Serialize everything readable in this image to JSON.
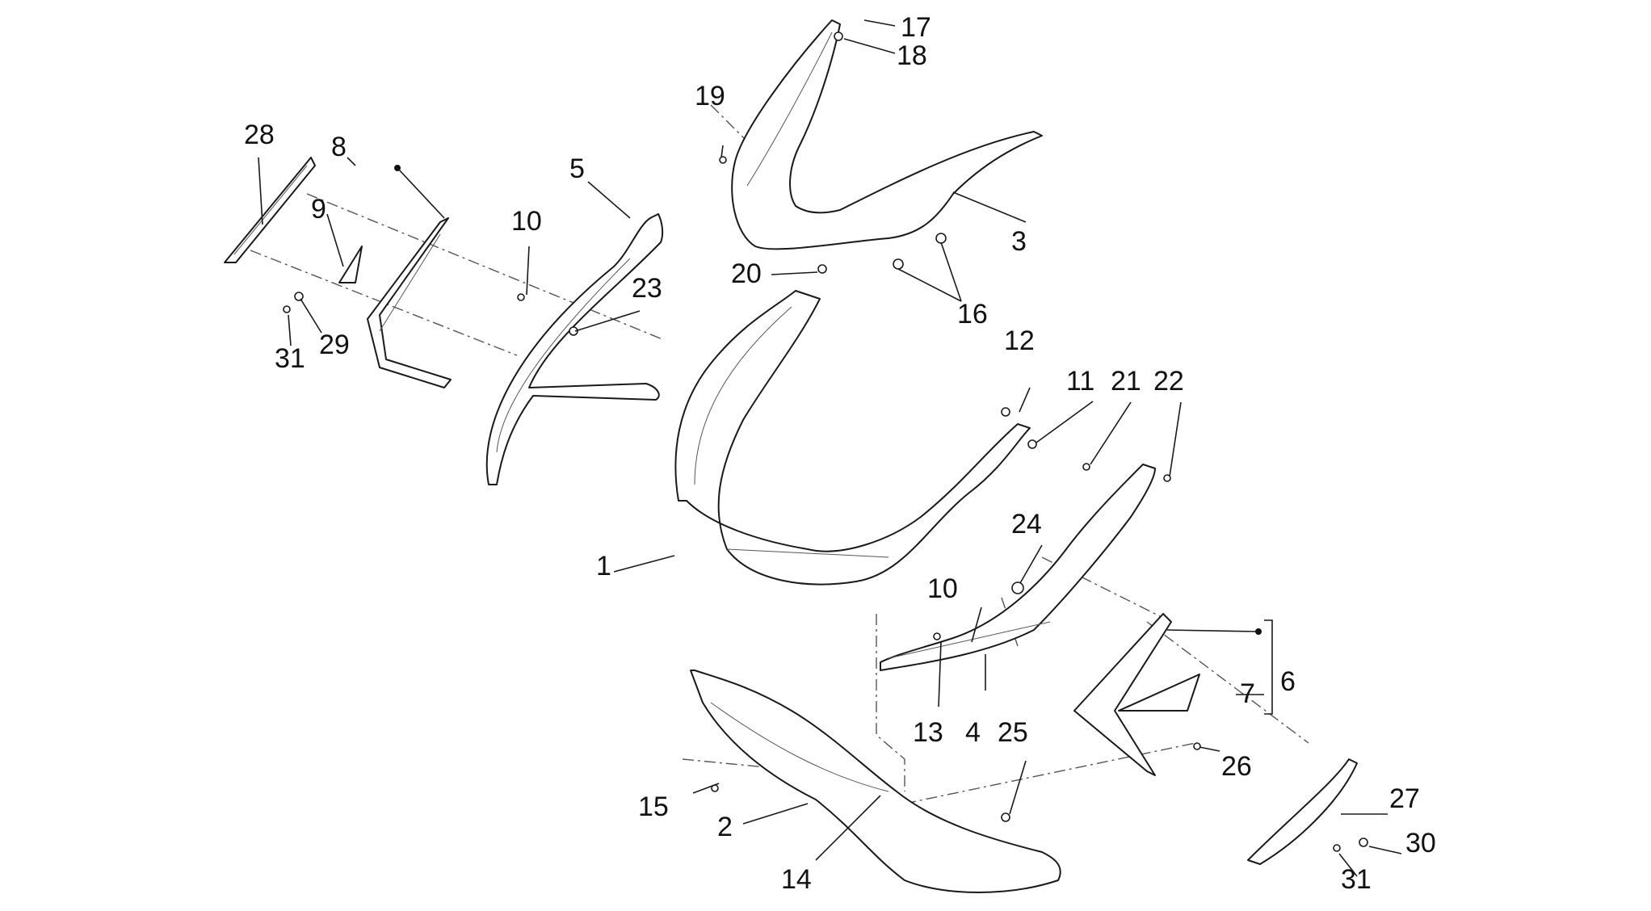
{
  "callouts": {
    "c1": "1",
    "c2": "2",
    "c3": "3",
    "c4": "4",
    "c5": "5",
    "c6": "6",
    "c7": "7",
    "c8": "8",
    "c9": "9",
    "c10a": "10",
    "c10b": "10",
    "c11": "11",
    "c12": "12",
    "c13": "13",
    "c14": "14",
    "c15": "15",
    "c16": "16",
    "c17": "17",
    "c18": "18",
    "c19": "19",
    "c20": "20",
    "c21": "21",
    "c22": "22",
    "c23": "23",
    "c24": "24",
    "c25": "25",
    "c26": "26",
    "c27": "27",
    "c28": "28",
    "c29": "29",
    "c30": "30",
    "c31a": "31",
    "c31b": "31"
  },
  "colors": {
    "line": "#1a1a1a",
    "background": "#ffffff"
  }
}
